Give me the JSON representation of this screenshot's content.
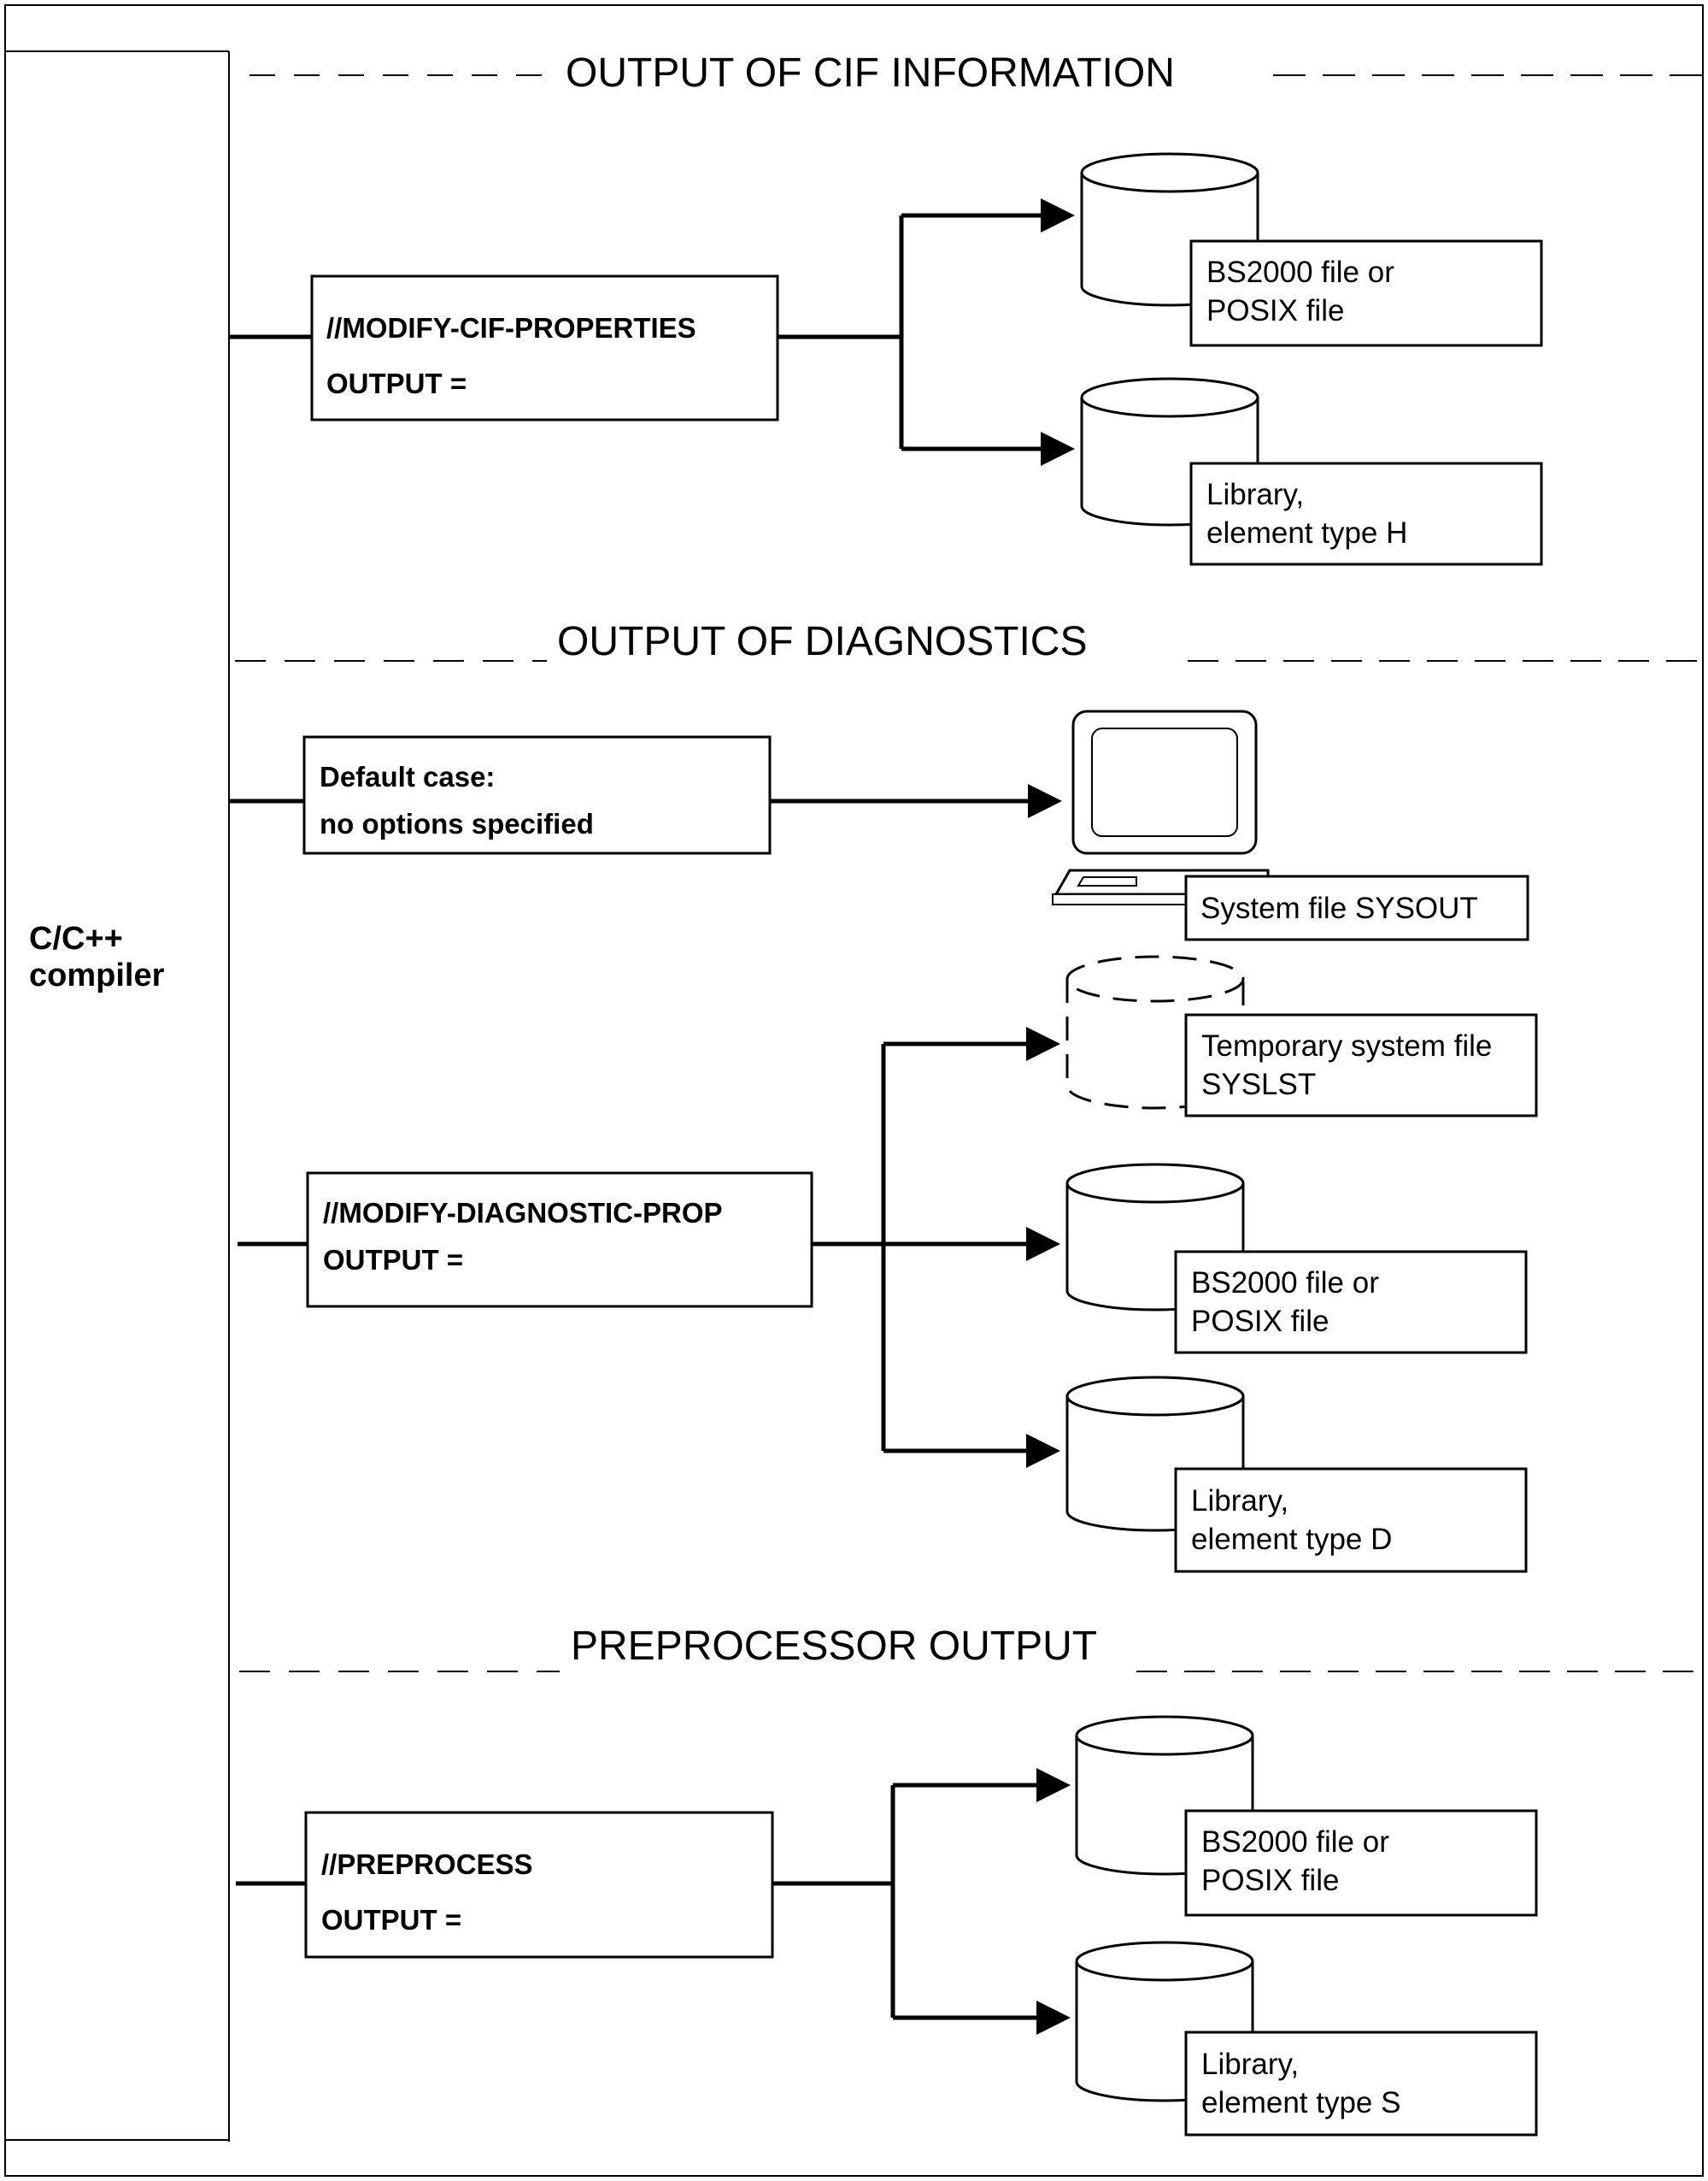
{
  "compiler": {
    "line1": "C/C++",
    "line2": "compiler"
  },
  "sections": {
    "cif": {
      "heading": "OUTPUT OF CIF INFORMATION",
      "command": {
        "line1": "//MODIFY-CIF-PROPERTIES",
        "line2": "OUTPUT ="
      },
      "targets": [
        {
          "line1": "BS2000 file or",
          "line2": "POSIX file",
          "icon": "database-cylinder-icon"
        },
        {
          "line1": "Library,",
          "line2": "element type H",
          "icon": "database-cylinder-icon"
        }
      ]
    },
    "diagnostics": {
      "heading": "OUTPUT OF DIAGNOSTICS",
      "default_case": {
        "line1": "Default case:",
        "line2": "no options specified"
      },
      "sysout": {
        "label": "System file SYSOUT",
        "icon": "computer-terminal-icon"
      },
      "command": {
        "line1": "//MODIFY-DIAGNOSTIC-PROP",
        "line2": "OUTPUT ="
      },
      "targets": [
        {
          "line1": "Temporary system file",
          "line2": "SYSLST",
          "icon": "temporary-cylinder-icon"
        },
        {
          "line1": "BS2000 file or",
          "line2": "POSIX file",
          "icon": "database-cylinder-icon"
        },
        {
          "line1": "Library,",
          "line2": "element type D",
          "icon": "database-cylinder-icon"
        }
      ]
    },
    "preprocessor": {
      "heading": "PREPROCESSOR OUTPUT",
      "command": {
        "line1": "//PREPROCESS",
        "line2": "OUTPUT ="
      },
      "targets": [
        {
          "line1": "BS2000 file or",
          "line2": "POSIX file",
          "icon": "database-cylinder-icon"
        },
        {
          "line1": "Library,",
          "line2": "element type S",
          "icon": "database-cylinder-icon"
        }
      ]
    }
  }
}
